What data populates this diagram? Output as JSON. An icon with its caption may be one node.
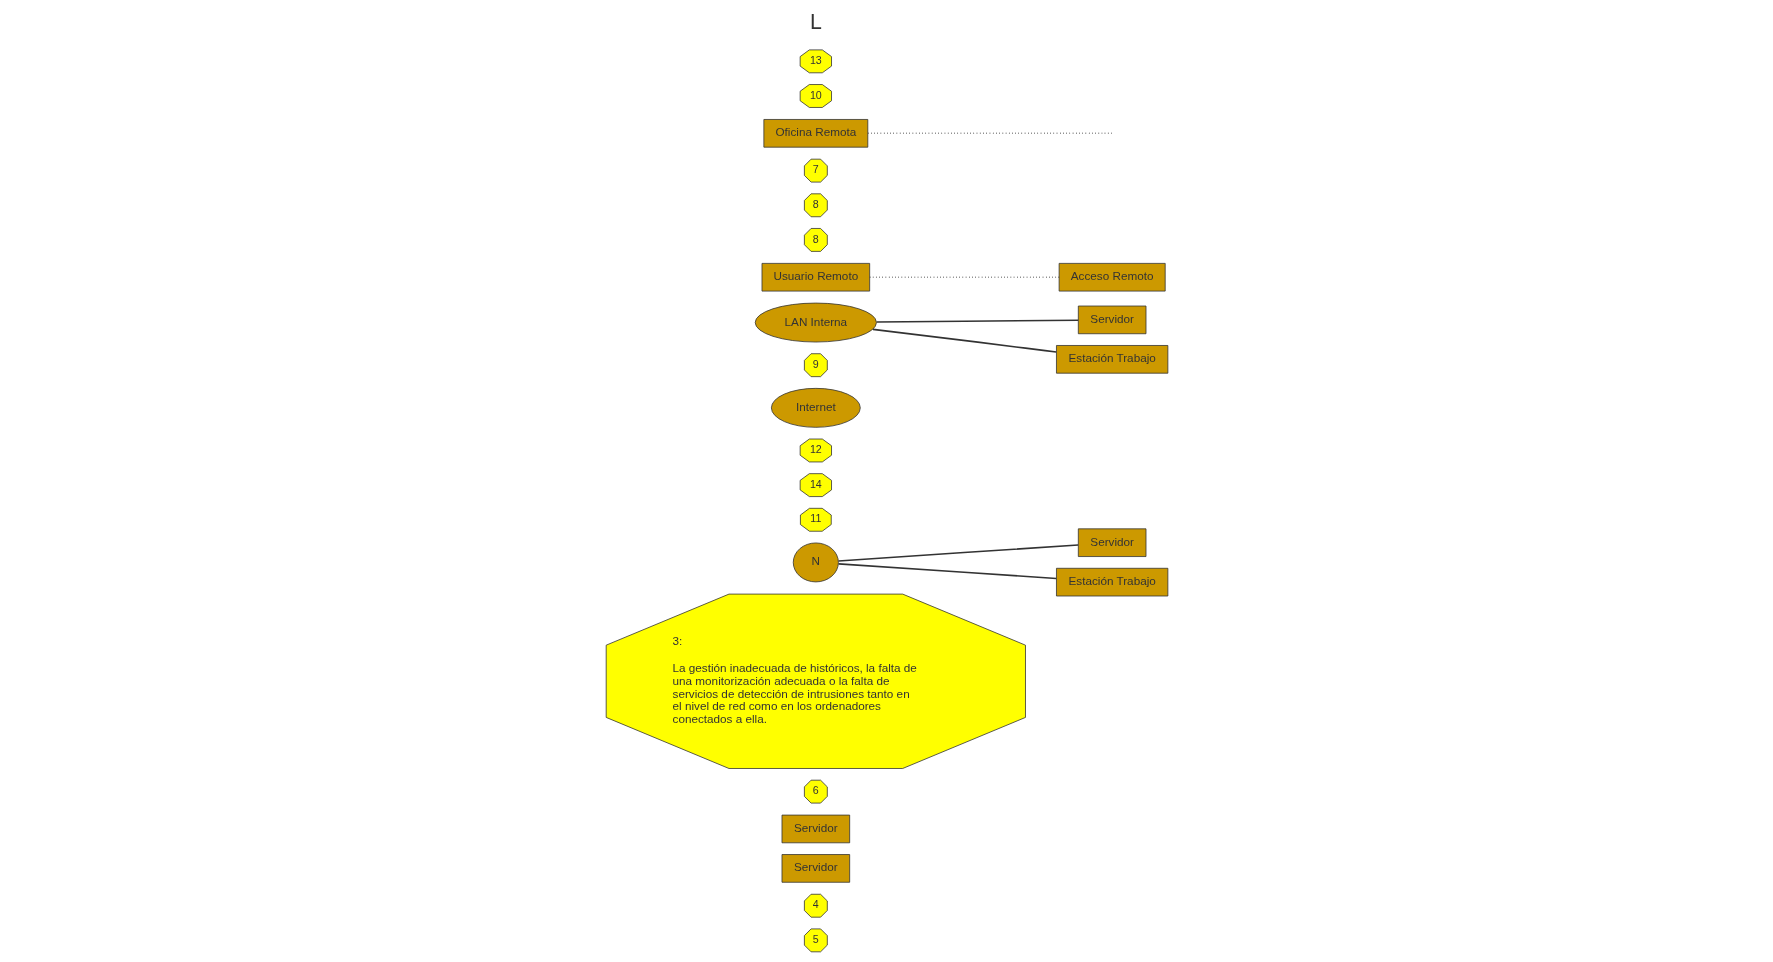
{
  "diagram": {
    "nodes": [
      {
        "text": [
          "5"
        ]
      },
      {
        "text": [
          "4"
        ]
      },
      {
        "text": [
          "Servidor"
        ]
      },
      {
        "text": [
          "Servidor"
        ]
      },
      {
        "text": [
          "6"
        ]
      },
      {
        "text": [
          "3:",
          "La gestión inadecuada de históricos, la falta de una monitorización adecuada o la falta de servicios de detección de intrusiones tanto en el nivel de red como en los ordenadores conectados a ella."
        ]
      },
      {
        "text": [
          "N"
        ]
      },
      {
        "text": [
          "Servidor"
        ]
      },
      {
        "text": [
          "11"
        ]
      },
      {
        "text": [
          "14"
        ]
      },
      {
        "text": [
          "Estación Trabajo"
        ]
      },
      {
        "text": [
          "12"
        ]
      },
      {
        "text": [
          "Internet"
        ]
      },
      {
        "text": [
          "9"
        ]
      },
      {
        "text": [
          "LAN Interna"
        ]
      },
      {
        "text": [
          "Acceso Remoto"
        ]
      },
      {
        "text": [
          "8"
        ]
      },
      {
        "text": [
          "8"
        ]
      },
      {
        "text": [
          "7"
        ]
      },
      {
        "text": [
          "Usuario Remoto"
        ]
      },
      {
        "text": [
          "Oficina Remota"
        ]
      },
      {
        "text": [
          "10"
        ]
      },
      {
        "text": [
          "Servidor"
        ]
      },
      {
        "text": [
          "13"
        ]
      },
      {
        "text": [
          "Estación Trabajo"
        ]
      }
    ],
    "edges": [
      {
        "from": 6,
        "to": 7,
        "arrow": "none"
      },
      {
        "from": 6,
        "to": 10,
        "arrow": "none"
      },
      {
        "from": 19,
        "to": 15,
        "arrow": "none",
        "style": "dashed"
      },
      {
        "from": 20,
        "to": null,
        "arrow": "none",
        "style": "dashed"
      },
      {
        "from": 14,
        "to": 22,
        "arrow": "none"
      },
      {
        "from": 14,
        "to": 24,
        "arrow": "none"
      }
    ],
    "labels": [
      "L"
    ]
  }
}
